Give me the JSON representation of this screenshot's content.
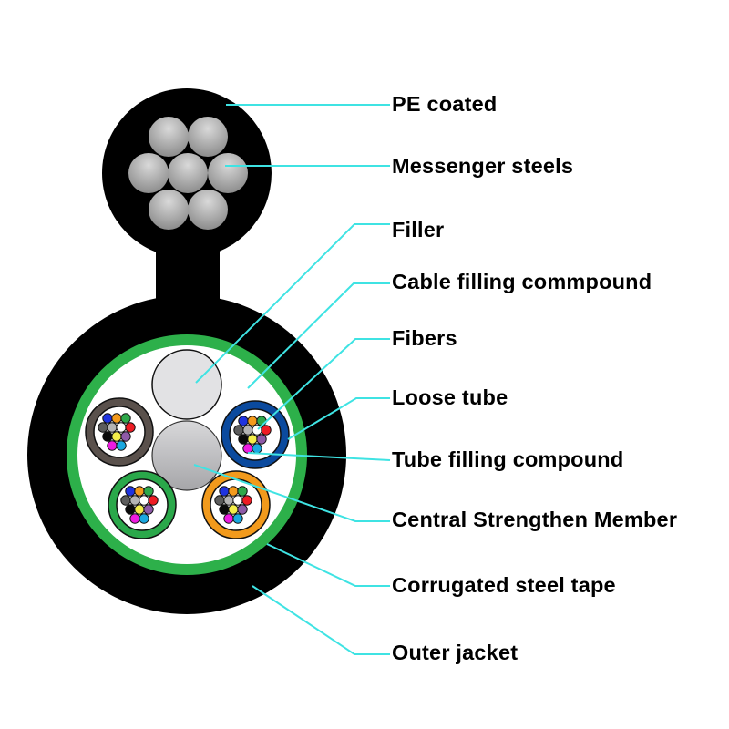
{
  "title": "Figure 8 self-supporting armored loose tube fiber optic cable cross-section",
  "colors": {
    "background": "#ffffff",
    "jacket": "#000000",
    "steel_tape": "#2db04a",
    "filler": "#e2e2e4",
    "central_member": "#b9b9bc",
    "filling_compound": "#ffffff",
    "leader_line": "#3fe3e3",
    "label_text": "#000000"
  },
  "messenger_strand_count": 7,
  "loose_tubes": [
    {
      "name": "brown-tube",
      "color": "#5a514c"
    },
    {
      "name": "blue-tube",
      "color": "#0b4a9e"
    },
    {
      "name": "green-tube",
      "color": "#2aa84a"
    },
    {
      "name": "orange-tube",
      "color": "#f29a1c"
    }
  ],
  "fiber_colors": [
    "#1f33e0",
    "#f39a1c",
    "#2ea84a",
    "#5c5c5c",
    "#b4b4b4",
    "#ffffff",
    "#ee1c24",
    "#0a0a0a",
    "#f4ee4a",
    "#8e5aa8",
    "#ee1ce0",
    "#1aa8e0"
  ],
  "labels": [
    {
      "id": "pe-coated",
      "text": "PE coated"
    },
    {
      "id": "messenger-steels",
      "text": "Messenger steels"
    },
    {
      "id": "filler",
      "text": "Filler"
    },
    {
      "id": "cable-filling-compound",
      "text": "Cable filling commpound"
    },
    {
      "id": "fibers",
      "text": "Fibers"
    },
    {
      "id": "loose-tube",
      "text": "Loose tube"
    },
    {
      "id": "tube-filling-compound",
      "text": "Tube filling compound"
    },
    {
      "id": "central-strengthen-member",
      "text": "Central Strengthen Member"
    },
    {
      "id": "corrugated-steel-tape",
      "text": "Corrugated steel tape"
    },
    {
      "id": "outer-jacket",
      "text": "Outer jacket"
    }
  ]
}
